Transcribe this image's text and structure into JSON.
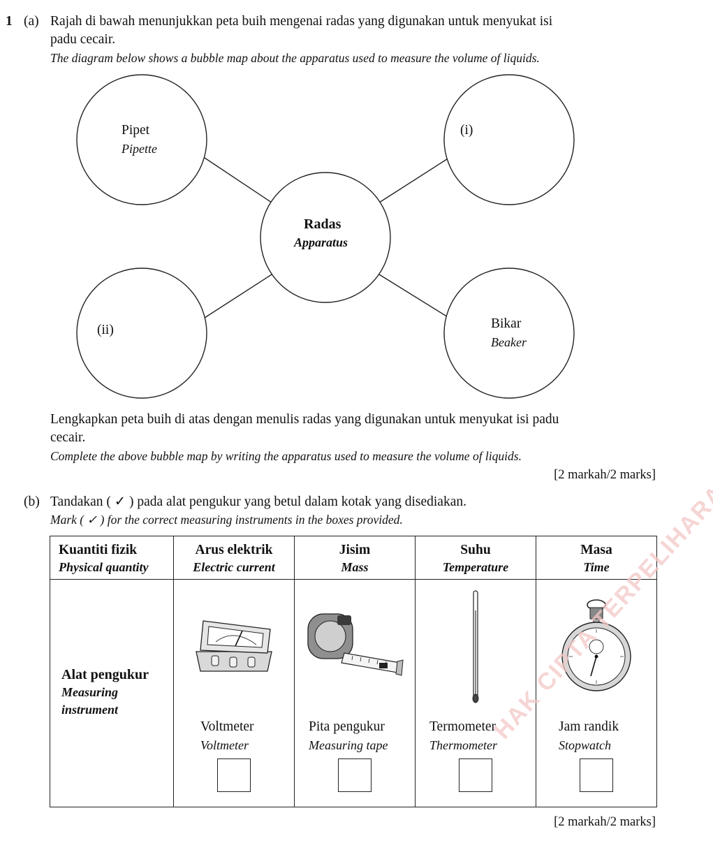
{
  "question": {
    "number": "1",
    "part_a": {
      "label": "(a)",
      "intro_ms_line1": "Rajah di bawah menunjukkan peta buih mengenai radas yang digunakan untuk menyukat isi",
      "intro_ms_line2": "padu cecair.",
      "intro_en": "The diagram below shows a bubble map about the apparatus used to measure the volume of liquids.",
      "center_ms": "Radas",
      "center_en": "Apparatus",
      "bubble_top_left_ms": "Pipet",
      "bubble_top_left_en": "Pipette",
      "bubble_top_right": "(i)",
      "bubble_bottom_left": "(ii)",
      "bubble_bottom_right_ms": "Bikar",
      "bubble_bottom_right_en": "Beaker",
      "instruction_ms_line1": "Lengkapkan peta buih di atas dengan menulis radas yang digunakan untuk menyukat isi padu",
      "instruction_ms_line2": "cecair.",
      "instruction_en": "Complete the above bubble map by writing the apparatus used to measure the volume of liquids.",
      "marks": "[2 markah/2 marks]"
    },
    "part_b": {
      "label": "(b)",
      "instruction_ms": "Tandakan ( ✓ ) pada alat pengukur yang betul dalam kotak yang disediakan.",
      "instruction_en": "Mark ( ✓ ) for the correct measuring instruments in the boxes provided.",
      "table": {
        "corner_ms": "Kuantiti fizik",
        "corner_en": "Physical quantity",
        "row_label_ms": "Alat pengukur",
        "row_label_en_line1": "Measuring",
        "row_label_en_line2": "instrument",
        "columns": [
          {
            "quantity_ms": "Arus elektrik",
            "quantity_en": "Electric current",
            "instrument_ms": "Voltmeter",
            "instrument_en": "Voltmeter",
            "icon": "voltmeter-icon"
          },
          {
            "quantity_ms": "Jisim",
            "quantity_en": "Mass",
            "instrument_ms": "Pita pengukur",
            "instrument_en": "Measuring tape",
            "icon": "measuring-tape-icon"
          },
          {
            "quantity_ms": "Suhu",
            "quantity_en": "Temperature",
            "instrument_ms": "Termometer",
            "instrument_en": "Thermometer",
            "icon": "thermometer-icon"
          },
          {
            "quantity_ms": "Masa",
            "quantity_en": "Time",
            "instrument_ms": "Jam randik",
            "instrument_en": "Stopwatch",
            "icon": "stopwatch-icon"
          }
        ]
      },
      "marks": "[2 markah/2 marks]"
    }
  },
  "watermark": "HAK CIPTA TERPELIHARA Sasbadi Sdn Bhd"
}
